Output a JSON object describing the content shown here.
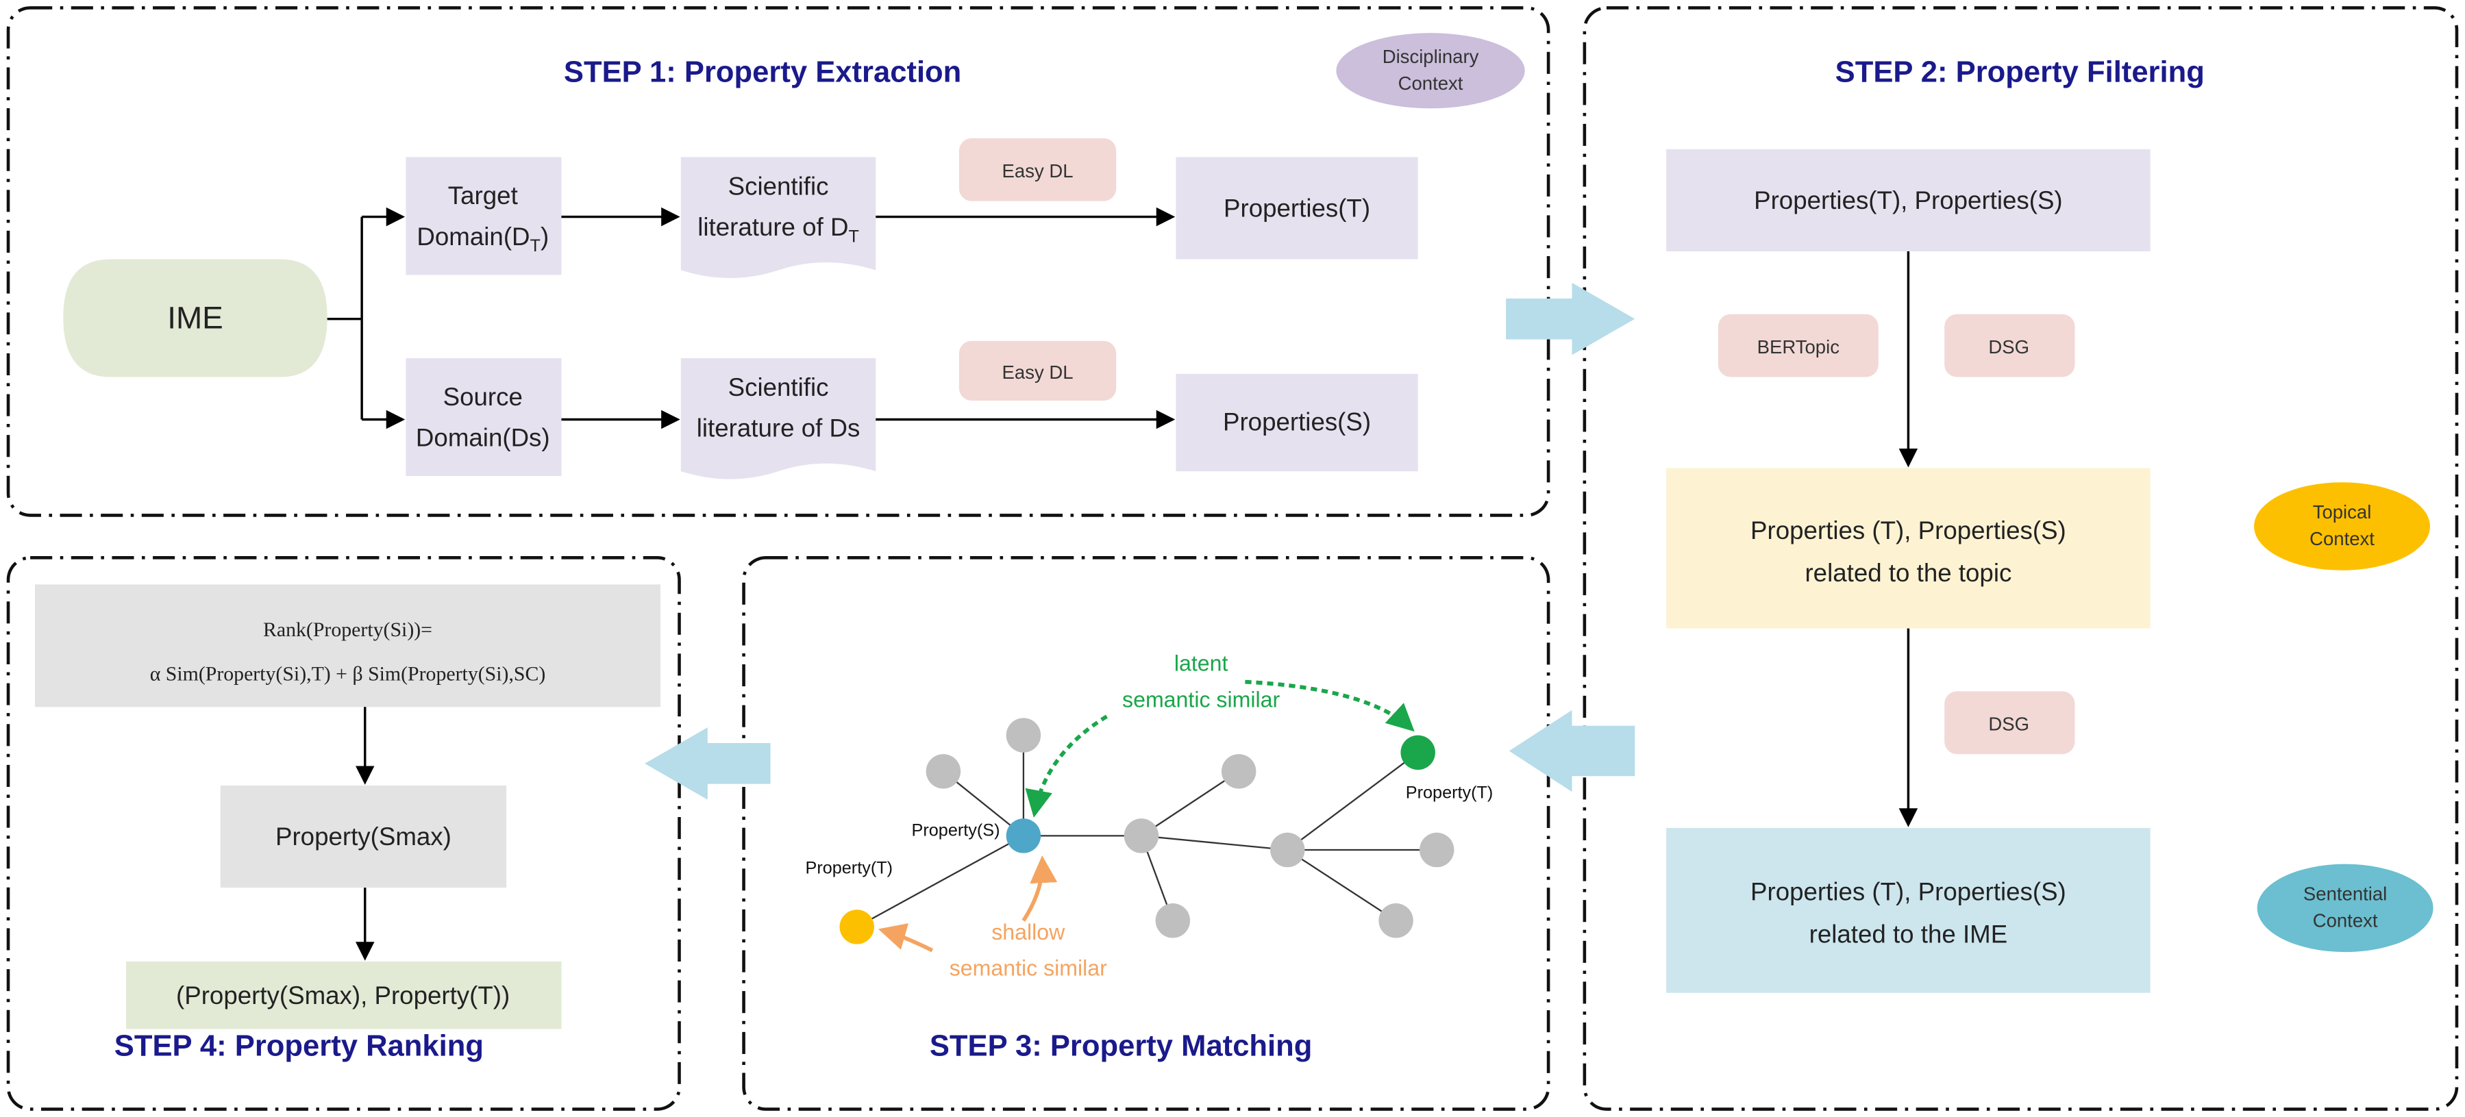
{
  "step1": {
    "title": "STEP 1: Property Extraction",
    "context": [
      "Disciplinary",
      "Context"
    ],
    "ime": "IME",
    "target_domain": [
      "Target",
      "Domain(D",
      "T",
      ")"
    ],
    "source_domain": [
      "Source",
      "Domain(Ds)"
    ],
    "sci_lit_target": [
      "Scientific",
      "literature of D",
      "T"
    ],
    "sci_lit_source": [
      "Scientific",
      "literature of Ds"
    ],
    "tool_top": "Easy DL",
    "tool_bottom": "Easy DL",
    "props_t": "Properties(T)",
    "props_s": "Properties(S)"
  },
  "step2": {
    "title": "STEP 2: Property Filtering",
    "box1": "Properties(T), Properties(S)",
    "tool_a": "BERTopic",
    "tool_b": "DSG",
    "box2": [
      "Properties (T), Properties(S)",
      "related to the topic"
    ],
    "topical_context": [
      "Topical",
      "Context"
    ],
    "tool_c": "DSG",
    "box3": [
      "Properties (T), Properties(S)",
      "related to the IME"
    ],
    "sentential_context": [
      "Sentential",
      "Context"
    ]
  },
  "step3": {
    "title": "STEP 3: Property Matching",
    "label_s": "Property(S)",
    "label_t_near": "Property(T)",
    "label_t_far": "Property(T)",
    "latent": [
      "latent",
      "semantic similar"
    ],
    "shallow": [
      "shallow",
      "semantic similar"
    ]
  },
  "step4": {
    "title": "STEP 4: Property Ranking",
    "formula_line1": "Rank(Property(Si))=",
    "formula_line2": "α Sim(Property(Si),T) +  β Sim(Property(Si),SC)",
    "smax": "Property(Smax)",
    "pair": "(Property(Smax), Property(T))"
  },
  "colors": {
    "title": "#1a1a8c",
    "lavender": "#e6e1ef",
    "green_box": "#e2ead6",
    "tool": "#f2d9d6",
    "yellow_box": "#fdf3d3",
    "blue_box": "#cde6ee",
    "flow_arrow": "#b7dcea",
    "node_grey": "#bfbfbf",
    "node_s": "#4ea7c9",
    "node_t_near": "#fdc000",
    "node_t_far": "#1aa64a",
    "latent": "#1aa64a",
    "shallow": "#f4a460"
  }
}
